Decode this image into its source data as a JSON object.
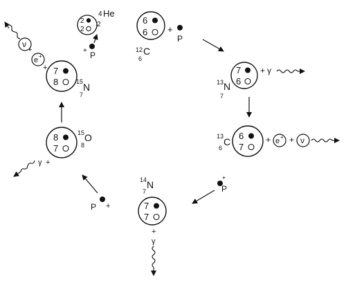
{
  "colors": {
    "ink": "#111111",
    "paper": "#ffffff"
  },
  "nuclei": {
    "c12": {
      "sym": "C",
      "mass": "12",
      "z": "6",
      "protons": "6",
      "neutrons": "6"
    },
    "n13": {
      "sym": "N",
      "mass": "13",
      "z": "7",
      "protons": "7",
      "neutrons": "6"
    },
    "c13": {
      "sym": "C",
      "mass": "13",
      "z": "6",
      "protons": "6",
      "neutrons": "7"
    },
    "n14": {
      "sym": "N",
      "mass": "14",
      "z": "7",
      "protons": "7",
      "neutrons": "7"
    },
    "o15": {
      "sym": "O",
      "mass": "15",
      "z": "8",
      "protons": "8",
      "neutrons": "7"
    },
    "n15": {
      "sym": "N",
      "mass": "15",
      "z": "7",
      "protons": "7",
      "neutrons": "8"
    },
    "he4": {
      "sym": "He",
      "mass": "4",
      "z": "2",
      "protons": "2",
      "neutrons": "2"
    }
  },
  "particles": {
    "proton": "P",
    "gamma": "γ",
    "neutrino": "ν",
    "positron": "e",
    "positron_sup": "+",
    "plus": "+"
  },
  "icons": {
    "proton_dot": "filled-circle",
    "neutron_dot": "open-circle",
    "flow_arrow": "arrow",
    "photon_wave": "wavy-arrow"
  }
}
